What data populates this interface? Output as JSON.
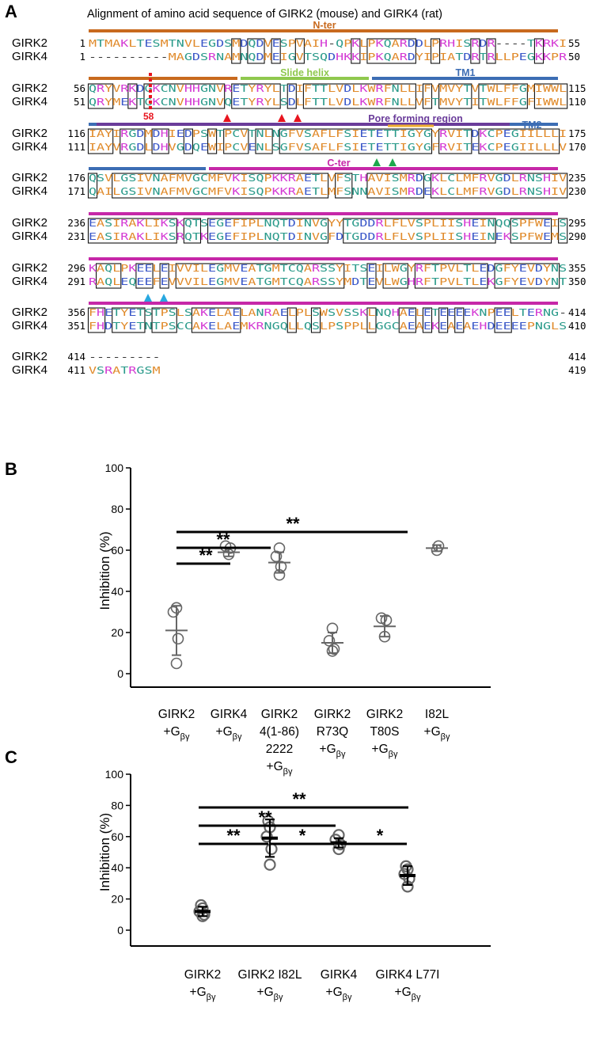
{
  "panel_a": {
    "letter": "A",
    "title": "Alignment of amino acid sequence of GIRK2 (mouse) and GIRK4 (rat)",
    "region_labels": {
      "nter": "N-ter",
      "slide": "Slide helix",
      "tm1": "TM1",
      "pore": "Pore forming region",
      "tm2": "TM2",
      "cter": "C-ter"
    },
    "marker_58": "58",
    "rows": [
      {
        "n1": "GIRK2",
        "s1": "1",
        "q1": "MTMAKLTESMTNVLEGDSMDQDVESPVAIH-QPKLPKQARDDLPRHISRDR----TKRKI",
        "e1": "55",
        "n2": "GIRK4",
        "s2": "1",
        "q2": "----------MAGDSRNAMNQDMEIGVTSQDHKKIPKQARDYIPIATDRTRLLPEGKKPR",
        "e2": "50"
      },
      {
        "n1": "GIRK2",
        "s1": "56",
        "q1": "QRYVRKDGKCNVHHGNVRETYRYLTDIFTTLVDLKWRFNLLIFVMVYTVTWLFFGMIWWL",
        "e1": "115",
        "n2": "GIRK4",
        "s2": "51",
        "q2": "QRYMEKTGKCNVHHGNVQETYRYLSDLFTTLVDLKWRFNLLVFTMVYTITWLFFGFIWWL",
        "e2": "110"
      },
      {
        "n1": "GIRK2",
        "s1": "116",
        "q1": "IAYIRGDMDHIEDPSWTPCVTNLNGFVSAFLFSIETETTIGYGYRVITDKCPEGIILLLI",
        "e1": "175",
        "n2": "GIRK4",
        "s2": "111",
        "q2": "IAYVRGDLDHVGDQEWIPCVENLSGFVSAFLFSIETETTIGYGFRVITEKCPEGIILLLV",
        "e2": "170"
      },
      {
        "n1": "GIRK2",
        "s1": "176",
        "q1": "QSVLGSIVNAFMVGCMFVKISQPKKRAETLVFSTHAVISMRDGKLCLMFRVGDLRNSHIV",
        "e1": "235",
        "n2": "GIRK4",
        "s2": "171",
        "q2": "QAILGSIVNAFMVGCMFVKISQPKKRAETLMFSNNAVISMRDEKLCLMFRVGDLRNSHIV",
        "e2": "230"
      },
      {
        "n1": "GIRK2",
        "s1": "236",
        "q1": "EASIRAKLIKSKQTSEGEFIPLNQTDINVGYYTGDDRLFLVSPLIISHEINQQSPFWEIS",
        "e1": "295",
        "n2": "GIRK4",
        "s2": "231",
        "q2": "EASIRAKLIKSRQTKEGEFIPLNQTDINVGFDTGDDRLFLVSPLIISHEINEKSPFWEMS",
        "e2": "290"
      },
      {
        "n1": "GIRK2",
        "s1": "296",
        "q1": "KAQLPKEELEIVVILEGMVEATGMTCQARSSYITSEILWGYRFTPVLTLEDGFYEVDYNS",
        "e1": "355",
        "n2": "GIRK4",
        "s2": "291",
        "q2": "RAQLEQEEFEVVVILEGMVEATGMTCQARSSYMDTEVLWGHRFTPVLTLEKGFYEVDYNT",
        "e2": "350"
      },
      {
        "n1": "GIRK2",
        "s1": "356",
        "q1": "FHETYETSTPSLSAKELAELANRAELPLSWSVSSKLNQHAELETEEEEKNPEELTERNG-",
        "e1": "414",
        "n2": "GIRK4",
        "s2": "351",
        "q2": "FHDTYETNTPSCCAKELAEMKRNGQLLQSLPSPPLLGGCAEAEKEAEAEHDEEEEPNGLS",
        "e2": "410"
      },
      {
        "n1": "GIRK2",
        "s1": "414",
        "q1": "---------",
        "e1": "414",
        "n2": "GIRK4",
        "s2": "411",
        "q2": "VSRATRGSM",
        "e2": "419"
      }
    ]
  },
  "chart_data": [
    {
      "type": "scatter",
      "panel": "B",
      "title": "",
      "xlabel": "",
      "ylabel": "Inhibition (%)",
      "ylim": [
        0,
        100
      ],
      "yticks": [
        "0",
        "20",
        "40",
        "60",
        "80",
        "100"
      ],
      "categories": [
        [
          "GIRK2",
          "+Gβγ"
        ],
        [
          "GIRK4",
          "+Gβγ"
        ],
        [
          "GIRK2",
          "4(1-86)",
          "2222",
          "+Gβγ"
        ],
        [
          "GIRK2",
          "R73Q",
          "+Gβγ"
        ],
        [
          "GIRK2",
          "T80S",
          "+Gβγ"
        ],
        [
          "I82L",
          "+Gβγ"
        ]
      ],
      "points": [
        [
          5,
          17,
          30,
          32
        ],
        [
          58,
          61,
          62
        ],
        [
          48,
          52,
          57,
          61
        ],
        [
          11,
          12,
          16,
          22
        ],
        [
          18,
          26,
          27
        ],
        [
          60,
          62
        ]
      ],
      "mean": [
        21,
        59,
        54,
        15,
        23,
        61
      ],
      "sd": [
        12,
        2,
        5,
        5,
        5,
        1.5
      ],
      "significance": [
        {
          "from": 0,
          "to": 1,
          "label": "**"
        },
        {
          "from": 0,
          "to": 2,
          "label": "**"
        },
        {
          "from": 0,
          "to": 5,
          "label": "**"
        }
      ]
    },
    {
      "type": "scatter",
      "panel": "C",
      "title": "",
      "xlabel": "",
      "ylabel": "Inhibition (%)",
      "ylim": [
        0,
        100
      ],
      "yticks": [
        "0",
        "20",
        "40",
        "60",
        "80",
        "100"
      ],
      "categories": [
        [
          "GIRK2",
          "+Gβγ"
        ],
        [
          "GIRK2 I82L",
          "+Gβγ"
        ],
        [
          "GIRK4",
          "+Gβγ"
        ],
        [
          "GIRK4 L77I",
          "+Gβγ"
        ]
      ],
      "points": [
        [
          9,
          10,
          12,
          14,
          16
        ],
        [
          42,
          52,
          60,
          66,
          70
        ],
        [
          52,
          55,
          58,
          61
        ],
        [
          28,
          33,
          36,
          39,
          41
        ]
      ],
      "mean": [
        12,
        59,
        56,
        35
      ],
      "sd": [
        3,
        12,
        3,
        6
      ],
      "significance": [
        {
          "from": 0,
          "to": 1,
          "label": "**"
        },
        {
          "from": 0,
          "to": 2,
          "label": "**"
        },
        {
          "from": 0,
          "to": 3,
          "label": "**"
        },
        {
          "from": 1,
          "to": 2,
          "label": "*"
        },
        {
          "from": 2,
          "to": 3,
          "label": "*"
        }
      ]
    }
  ],
  "panel_letters": {
    "b": "B",
    "c": "C"
  }
}
